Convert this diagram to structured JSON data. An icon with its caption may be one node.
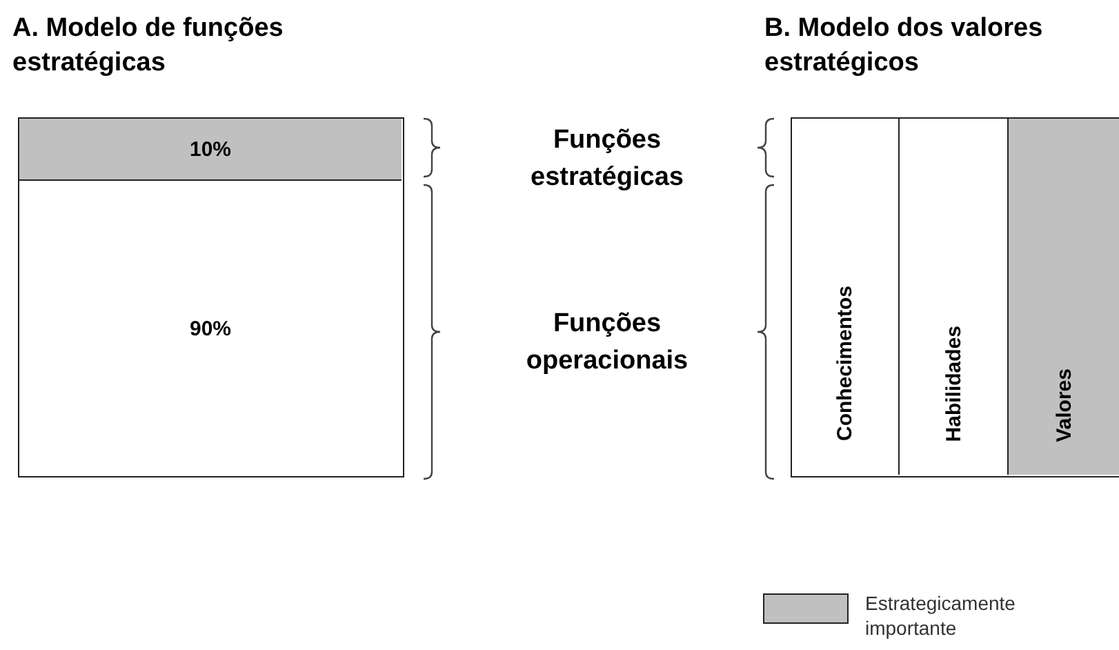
{
  "diagram": {
    "nodes": [
      {
        "text": [
          "A. Modelo de funções estratégicas"
        ]
      },
      {
        "text": [
          "10%"
        ],
        "in": 0
      },
      {
        "text": [
          "90%"
        ],
        "in": 0
      },
      {
        "text": [
          "B. Modelo dos valores estratégicos"
        ]
      },
      {
        "text": [
          "Conhecimentos"
        ],
        "in": 3
      },
      {
        "text": [
          "Habilidades"
        ],
        "in": 3
      },
      {
        "text": [
          "Valores"
        ],
        "in": 3
      }
    ],
    "edges": [],
    "labels": [
      "Funções estratégicas",
      "Funções operacionais"
    ],
    "legend": [
      {
        "text": "Estrategicamente importante",
        "color": "#c0c0c0"
      }
    ]
  }
}
